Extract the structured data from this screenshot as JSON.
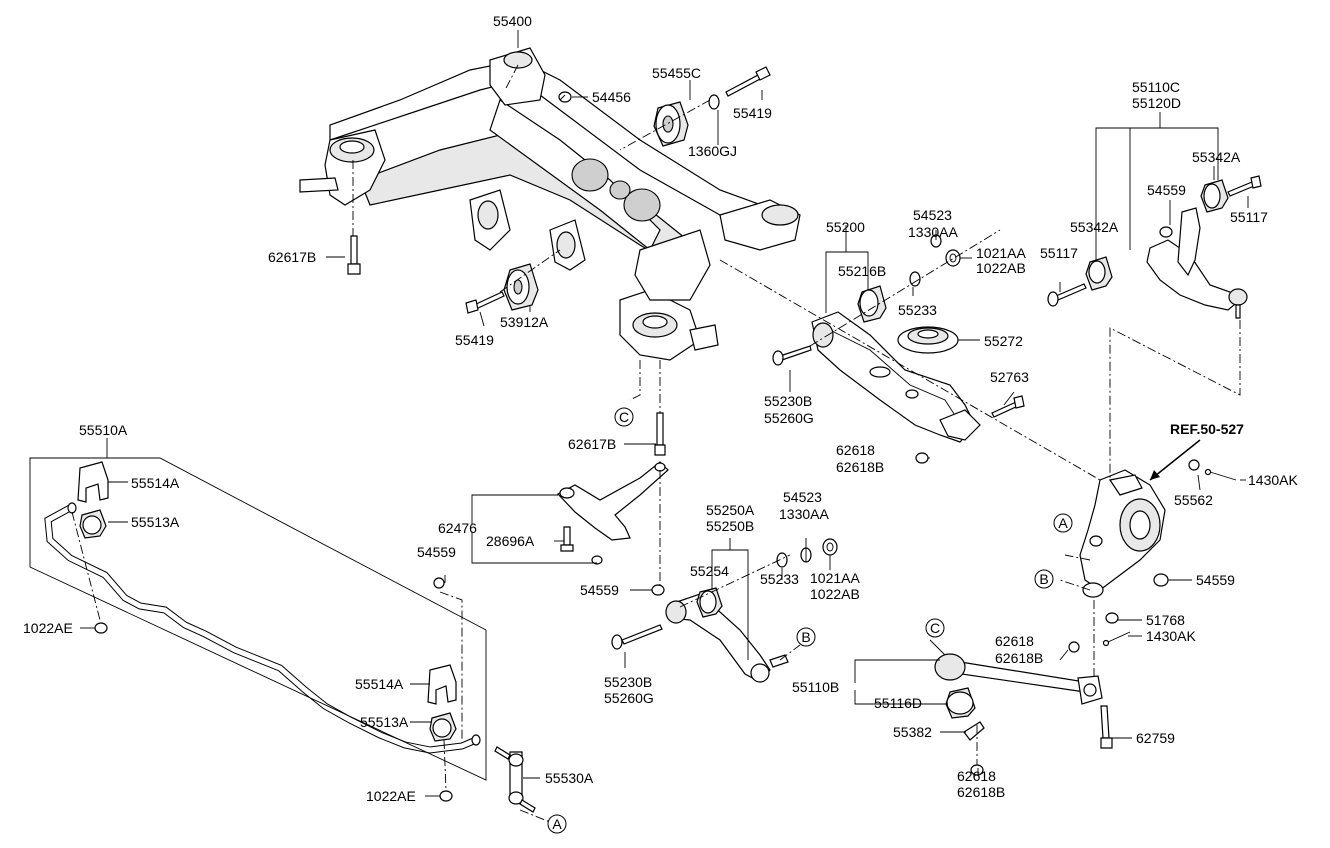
{
  "labels": {
    "p55400": "55400",
    "p55455C": "55455C",
    "p54456": "54456",
    "p55419a": "55419",
    "p1360GJ": "1360GJ",
    "p62617Ba": "62617B",
    "p55419b": "55419",
    "p53912A": "53912A",
    "p55200": "55200",
    "p54523a": "54523",
    "p1330AAa": "1330AA",
    "p1021AAa": "1021AA",
    "p1022ABa": "1022AB",
    "p55216B": "55216B",
    "p55233a": "55233",
    "p55272": "55272",
    "p55230Ba": "55230B",
    "p55260Ga": "55260G",
    "p52763": "52763",
    "p62618a": "62618",
    "p62618Ba": "62618B",
    "p55110C": "55110C",
    "p55120D": "55120D",
    "p55342Aa": "55342A",
    "p54559a": "54559",
    "p55117a": "55117",
    "p55342Ab": "55342A",
    "p55117b": "55117",
    "p55510A": "55510A",
    "p55514Aa": "55514A",
    "p55513Aa": "55513A",
    "p62617Bb": "62617B",
    "p62476": "62476",
    "p28696A": "28696A",
    "p54559b": "54559",
    "p54559c": "54559",
    "p1022AEa": "1022AE",
    "p55250A": "55250A",
    "p55250B": "55250B",
    "p54523b": "54523",
    "p1330AAb": "1330AA",
    "p55254": "55254",
    "p1021AAb": "1021AA",
    "p1022ABb": "1022AB",
    "p55233b": "55233",
    "p55230Bb": "55230B",
    "p55260Gb": "55260G",
    "pREF": "REF.50-527",
    "p1430AKa": "1430AK",
    "p55562": "55562",
    "p54559d": "54559",
    "p51768": "51768",
    "p1430AKb": "1430AK",
    "p62618b": "62618",
    "p62618Bb": "62618B",
    "p55110B": "55110B",
    "p55116D": "55116D",
    "p55382": "55382",
    "p62759": "62759",
    "p62618c": "62618",
    "p62618Bc": "62618B",
    "p55514Ab": "55514A",
    "p55513Ab": "55513A",
    "p55530A": "55530A",
    "p1022AEb": "1022AE"
  },
  "markers": {
    "C": "C",
    "A": "A",
    "B": "B"
  }
}
